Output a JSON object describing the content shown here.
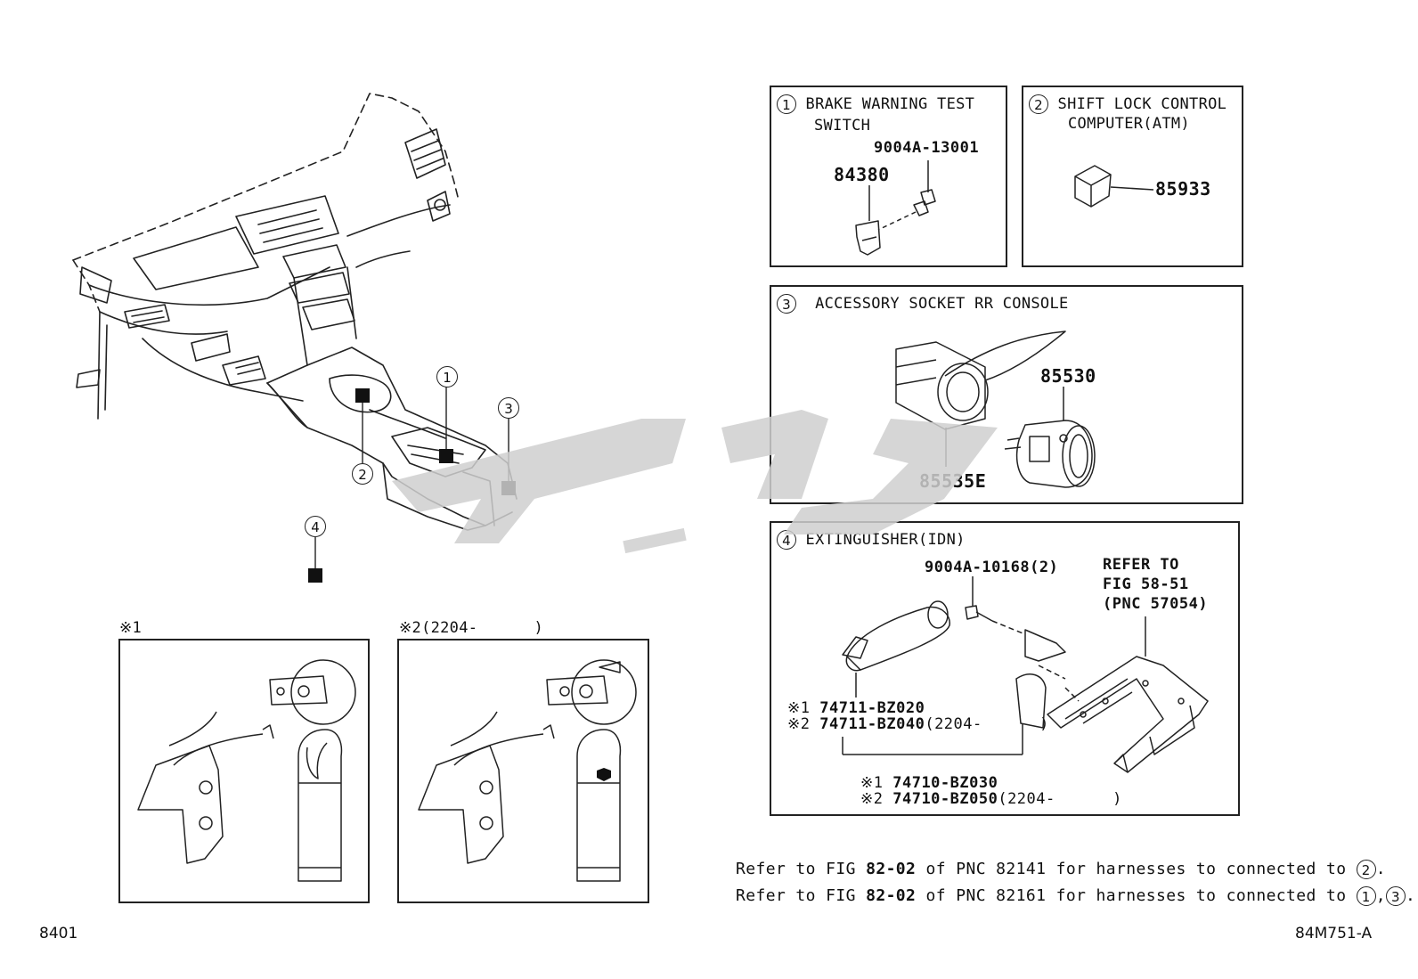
{
  "overview": {
    "callouts": [
      "1",
      "2",
      "3",
      "4"
    ]
  },
  "panels": {
    "p1": {
      "num": "1",
      "title_line1": "BRAKE WARNING TEST",
      "title_line2": "SWITCH",
      "parts": [
        "9004A-13001",
        "84380"
      ]
    },
    "p2": {
      "num": "2",
      "title_line1": "SHIFT LOCK CONTROL",
      "title_line2": "COMPUTER(ATM)",
      "parts": [
        "85933"
      ]
    },
    "p3": {
      "num": "3",
      "title_line1": "ACCESSORY SOCKET RR CONSOLE",
      "parts": [
        "85530",
        "85535E"
      ]
    },
    "p4": {
      "num": "4",
      "title_line1": "EXTINGUISHER(IDN)",
      "bolt": "9004A-10168(2)",
      "refer_line1": "REFER TO",
      "refer_line2": "FIG 58-51",
      "refer_line3": "(PNC 57054)",
      "ext_a_mark": "※1",
      "ext_a": "74711-BZ020",
      "ext_b_mark": "※2",
      "ext_b": "74711-BZ040",
      "ext_b_suffix": "(2204-      )",
      "bracket_a_mark": "※1",
      "bracket_a": "74710-BZ030",
      "bracket_b_mark": "※2",
      "bracket_b": "74710-BZ050",
      "bracket_b_suffix": "(2204-      )"
    }
  },
  "detail_boxes": {
    "d1_label": "※1",
    "d2_label": "※2(2204-      )"
  },
  "notes": [
    {
      "pre": "Refer to FIG ",
      "fig": "82-02",
      "mid": " of PNC 82141 for harnesses to connected to ",
      "c1": "2",
      "sep": "",
      "c2": "",
      "end": "."
    },
    {
      "pre": "Refer to FIG ",
      "fig": "82-02",
      "mid": " of PNC 82161 for harnesses to connected to ",
      "c1": "1",
      "sep": ",",
      "c2": "3",
      "end": "."
    }
  ],
  "footer": {
    "left": "8401",
    "right": "84M751-A"
  },
  "colors": {
    "ink": "#222222",
    "watermark": "#cfcfcf",
    "marker": "#111111"
  }
}
